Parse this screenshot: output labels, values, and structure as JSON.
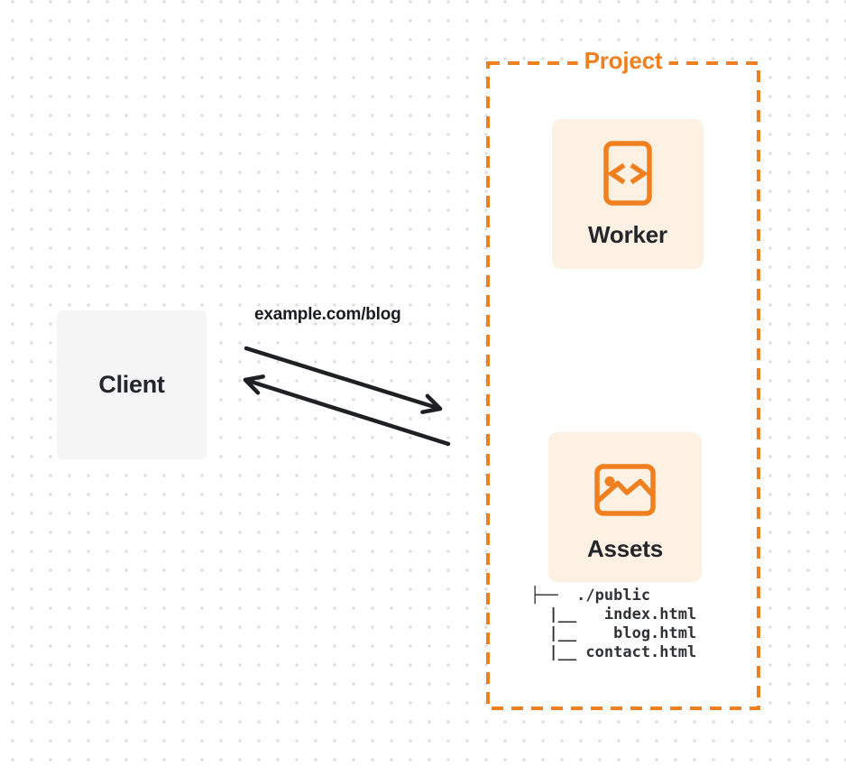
{
  "colors": {
    "accent": "#F0801F",
    "card_bg": "#FCF1E3",
    "client_bg": "#F5F5F6",
    "arrow": "#1F2023",
    "text_dark": "#24262B",
    "dot": "#DEDEDE",
    "background": "#FFFFFF"
  },
  "client": {
    "label": "Client"
  },
  "request": {
    "label": "example.com/blog"
  },
  "project": {
    "label": "Project",
    "worker": {
      "label": "Worker",
      "icon": "code-file-icon"
    },
    "assets": {
      "label": "Assets",
      "icon": "image-icon",
      "file_tree": "├──  ./public\n  |__   index.html\n  |__    blog.html\n  |__ contact.html"
    }
  }
}
